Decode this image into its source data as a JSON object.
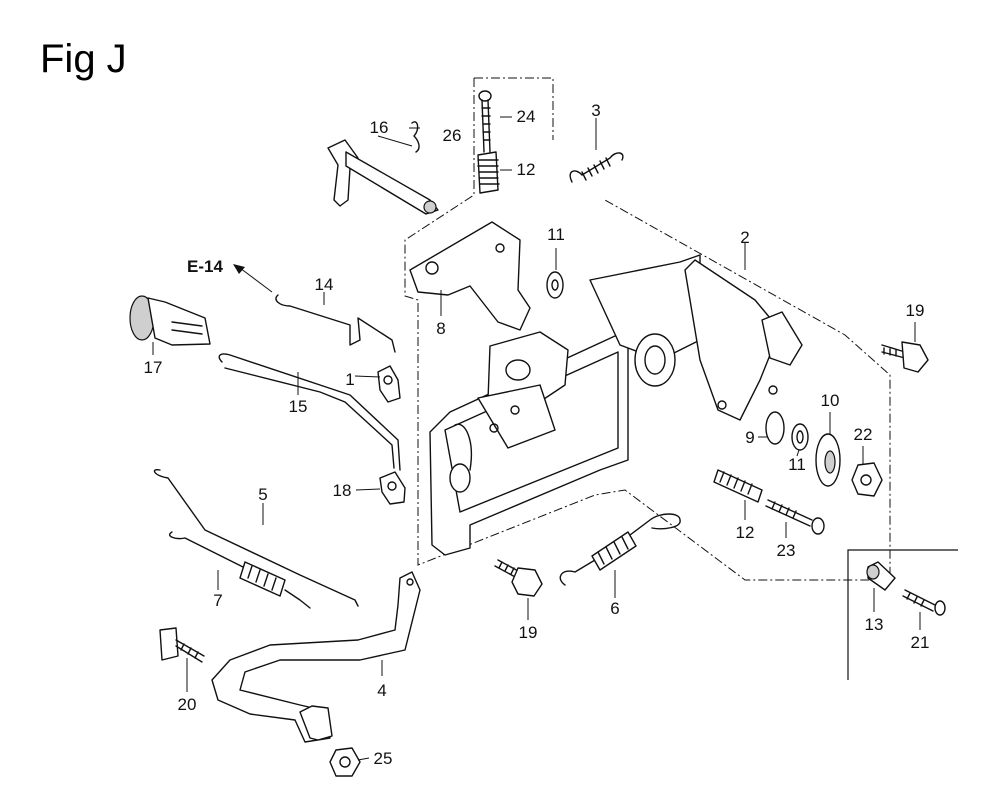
{
  "figure": {
    "title": "Fig J",
    "ref": "E-14"
  },
  "callouts": [
    {
      "id": "c1",
      "text": "1"
    },
    {
      "id": "c2",
      "text": "2"
    },
    {
      "id": "c3",
      "text": "3"
    },
    {
      "id": "c4",
      "text": "4"
    },
    {
      "id": "c5",
      "text": "5"
    },
    {
      "id": "c6",
      "text": "6"
    },
    {
      "id": "c7",
      "text": "7"
    },
    {
      "id": "c8",
      "text": "8"
    },
    {
      "id": "c9",
      "text": "9"
    },
    {
      "id": "c10",
      "text": "10"
    },
    {
      "id": "c11a",
      "text": "11"
    },
    {
      "id": "c11b",
      "text": "11"
    },
    {
      "id": "c12a",
      "text": "12"
    },
    {
      "id": "c12b",
      "text": "12"
    },
    {
      "id": "c13",
      "text": "13"
    },
    {
      "id": "c14",
      "text": "14"
    },
    {
      "id": "c15",
      "text": "15"
    },
    {
      "id": "c16",
      "text": "16"
    },
    {
      "id": "c17",
      "text": "17"
    },
    {
      "id": "c18",
      "text": "18"
    },
    {
      "id": "c19a",
      "text": "19"
    },
    {
      "id": "c19b",
      "text": "19"
    },
    {
      "id": "c20",
      "text": "20"
    },
    {
      "id": "c21",
      "text": "21"
    },
    {
      "id": "c22",
      "text": "22"
    },
    {
      "id": "c23",
      "text": "23"
    },
    {
      "id": "c24",
      "text": "24"
    },
    {
      "id": "c25",
      "text": "25"
    },
    {
      "id": "c26",
      "text": "26"
    }
  ]
}
